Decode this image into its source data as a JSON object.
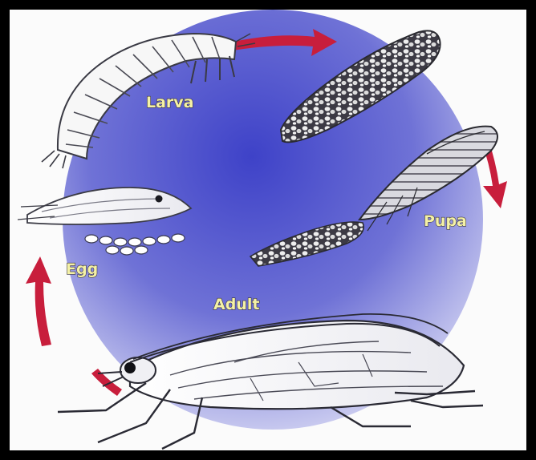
{
  "diagram": {
    "type": "life-cycle",
    "stages": [
      {
        "id": "larva",
        "label": "Larva"
      },
      {
        "id": "pupa",
        "label": "Pupa"
      },
      {
        "id": "adult",
        "label": "Adult"
      },
      {
        "id": "egg",
        "label": "Egg"
      }
    ],
    "colors": {
      "circle_light": "#c9cbf0",
      "circle_dark": "#3f43c9",
      "arrow": "#c81e3c",
      "label_fill": "#f4f1a6",
      "frame": "#000000"
    }
  }
}
